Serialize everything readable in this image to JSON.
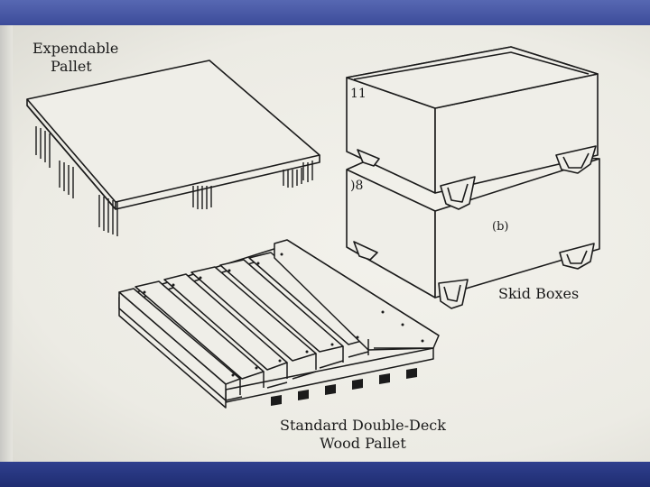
{
  "labels": {
    "expendable_pallet": [
      "Expendable",
      "Pallet"
    ],
    "skid_boxes": "Skid Boxes",
    "wood_pallet": [
      "Standard Double-Deck",
      "Wood Pallet"
    ],
    "box_mark_top": "11",
    "box_mark_bottom": ")8",
    "box_mark_b": "(b)"
  },
  "colors": {
    "slide_bar": "#3c4c9a",
    "paper": "#efeee8",
    "ink": "#1b1b1b"
  }
}
